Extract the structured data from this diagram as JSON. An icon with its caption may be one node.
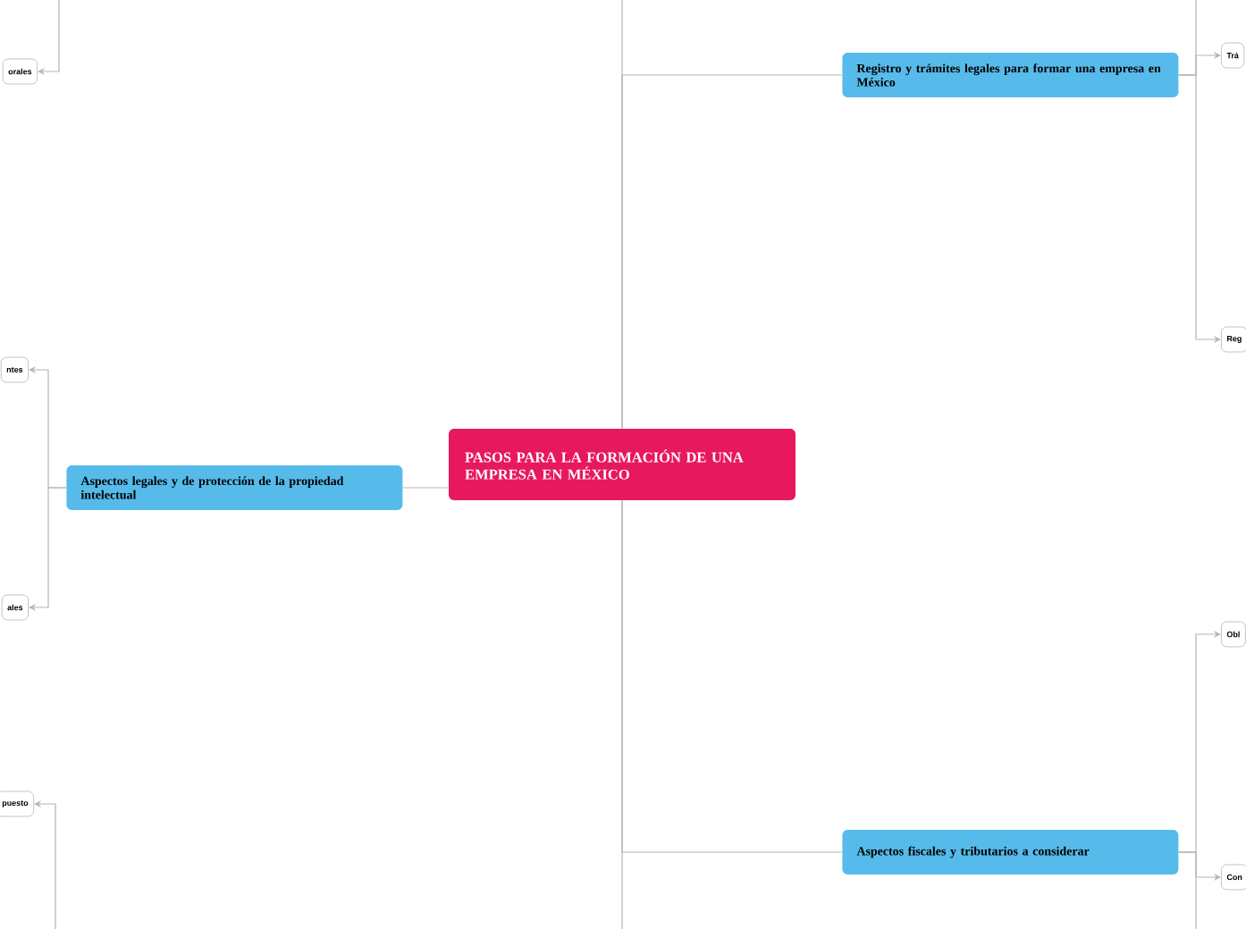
{
  "diagram": {
    "nodes": [
      {
        "text": [
          "PASOS PARA LA FORMACIÓN DE UNA EMPRESA EN MÉXICO"
        ]
      },
      {
        "text": [
          "Registro y trámites legales para formar una empresa en México"
        ]
      },
      {
        "text": [
          "Aspectos legales y de protección de la propiedad intelectual"
        ]
      },
      {
        "text": [
          "Aspectos fiscales y tributarios a considerar"
        ]
      },
      {
        "text": [
          "orales"
        ]
      },
      {
        "text": [
          "ntes"
        ]
      },
      {
        "text": [
          "ales"
        ]
      },
      {
        "text": [
          "puesto"
        ]
      },
      {
        "text": [
          "Trá"
        ]
      },
      {
        "text": [
          "Reg"
        ]
      },
      {
        "text": [
          "Obl"
        ]
      },
      {
        "text": [
          "Con"
        ]
      }
    ],
    "edges": [
      {
        "from": 0,
        "to": 1,
        "arrow": "none"
      },
      {
        "from": 0,
        "to": 2,
        "arrow": "none"
      },
      {
        "from": 0,
        "to": 3,
        "arrow": "none"
      },
      {
        "from": 0,
        "to": null,
        "arrow": "none"
      },
      {
        "from": 0,
        "to": null,
        "arrow": "none"
      },
      {
        "from": 1,
        "to": 8,
        "arrow": "to"
      },
      {
        "from": 1,
        "to": 9,
        "arrow": "to"
      },
      {
        "from": 1,
        "to": null,
        "arrow": "none"
      },
      {
        "from": 2,
        "to": 5,
        "arrow": "to"
      },
      {
        "from": 2,
        "to": 6,
        "arrow": "to"
      },
      {
        "from": 3,
        "to": 10,
        "arrow": "to"
      },
      {
        "from": 3,
        "to": 11,
        "arrow": "to"
      },
      {
        "from": 3,
        "to": null,
        "arrow": "none"
      },
      {
        "from": null,
        "to": 4,
        "arrow": "to"
      },
      {
        "from": null,
        "to": 7,
        "arrow": "to"
      }
    ]
  }
}
